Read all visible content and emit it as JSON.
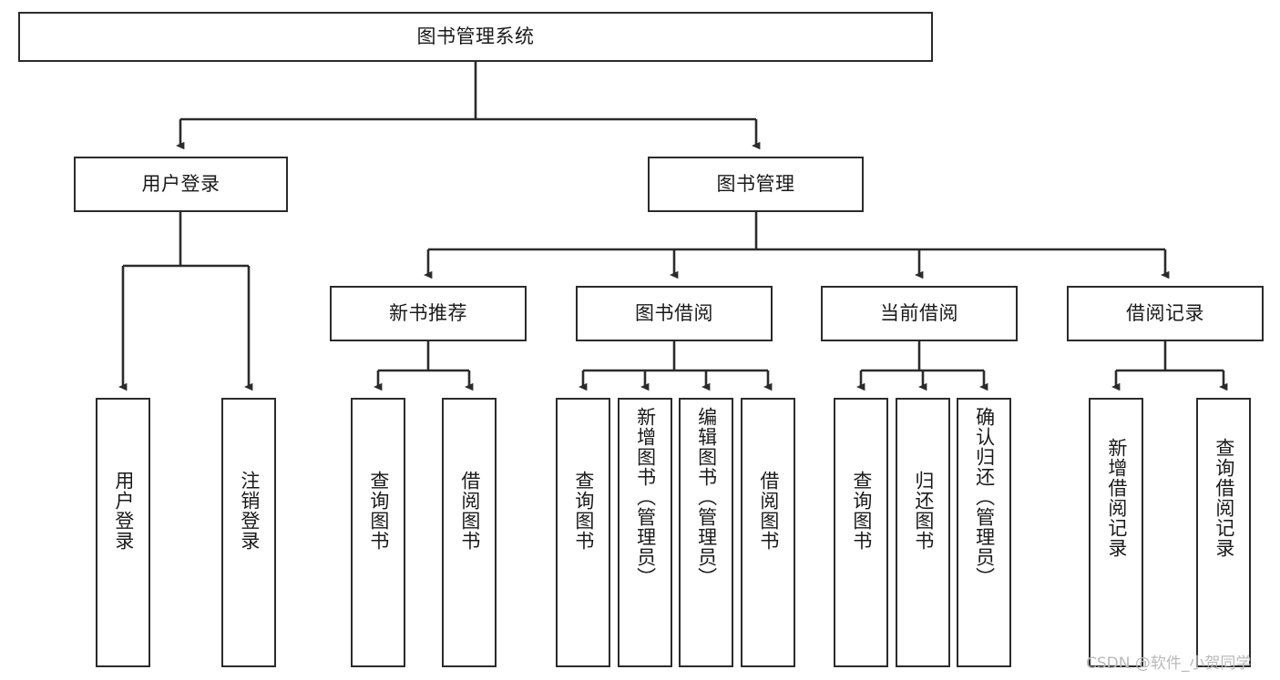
{
  "diagram": {
    "type": "tree",
    "title": "图书管理系统",
    "orientation": "top-down",
    "colors": {
      "box_border": "#2b2b2b",
      "box_fill": "#ffffff",
      "connector": "#2b2b2b",
      "text": "#1a1a1a",
      "watermark": "#b9b9b9",
      "background": "#ffffff"
    },
    "root": {
      "label": "图书管理系统"
    },
    "level1": [
      {
        "label": "用户登录"
      },
      {
        "label": "图书管理"
      }
    ],
    "level2": [
      {
        "label": "新书推荐"
      },
      {
        "label": "图书借阅"
      },
      {
        "label": "当前借阅"
      },
      {
        "label": "借阅记录"
      }
    ],
    "leaves": {
      "user_login": [
        {
          "label": "用户登录"
        },
        {
          "label": "注销登录"
        }
      ],
      "new_book_recommend": [
        {
          "label": "查询图书"
        },
        {
          "label": "借阅图书"
        }
      ],
      "book_borrow": [
        {
          "label": "查询图书"
        },
        {
          "label": "新增图书（管理员）"
        },
        {
          "label": "编辑图书（管理员）"
        },
        {
          "label": "借阅图书"
        }
      ],
      "current_borrow": [
        {
          "label": "查询图书"
        },
        {
          "label": "归还图书"
        },
        {
          "label": "确认归还（管理员）"
        }
      ],
      "borrow_record": [
        {
          "label": "新增借阅记录"
        },
        {
          "label": "查询借阅记录"
        }
      ]
    }
  },
  "watermark": {
    "text": "CSDN @软件_小贺同学"
  }
}
